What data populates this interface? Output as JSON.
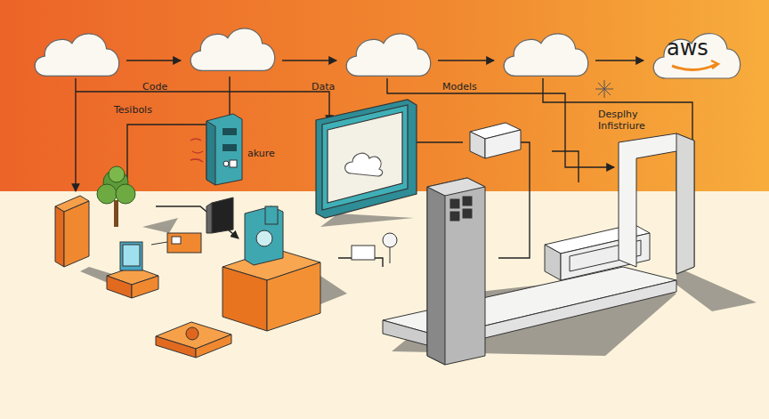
{
  "diagram": {
    "nodes": [
      {
        "text": [
          "aws"
        ]
      },
      {
        "text": [
          "akure"
        ]
      }
    ],
    "labels": [
      "Code",
      "Data",
      "Models",
      "Tesibols",
      "Desplhy Infistriure"
    ]
  }
}
